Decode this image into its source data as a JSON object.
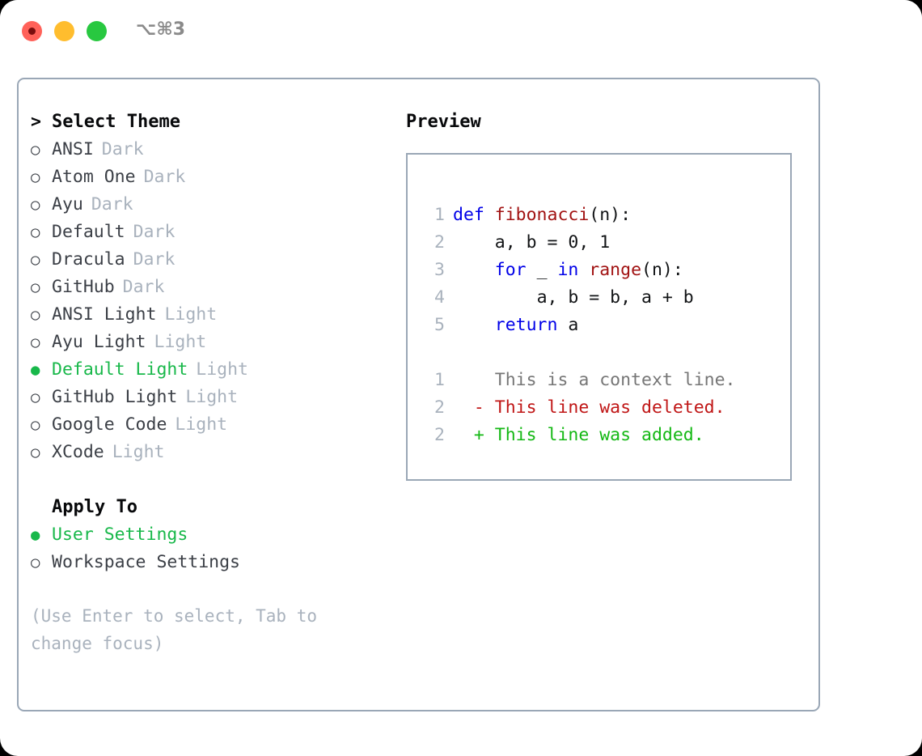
{
  "window": {
    "shortcut": "⌥⌘3",
    "traffic_lights": [
      {
        "name": "close",
        "color": "#ff6159"
      },
      {
        "name": "minimize",
        "color": "#ffbd2e"
      },
      {
        "name": "maximize",
        "color": "#28c840"
      }
    ]
  },
  "theme_picker": {
    "caret": ">",
    "title": "Select Theme",
    "bullet_unselected": "○",
    "bullet_selected": "●",
    "items": [
      {
        "label": "ANSI",
        "tag": "Dark",
        "selected": false
      },
      {
        "label": "Atom One",
        "tag": "Dark",
        "selected": false
      },
      {
        "label": "Ayu",
        "tag": "Dark",
        "selected": false
      },
      {
        "label": "Default",
        "tag": "Dark",
        "selected": false
      },
      {
        "label": "Dracula",
        "tag": "Dark",
        "selected": false
      },
      {
        "label": "GitHub",
        "tag": "Dark",
        "selected": false
      },
      {
        "label": "ANSI Light",
        "tag": "Light",
        "selected": false
      },
      {
        "label": "Ayu Light",
        "tag": "Light",
        "selected": false
      },
      {
        "label": "Default Light",
        "tag": "Light",
        "selected": true
      },
      {
        "label": "GitHub Light",
        "tag": "Light",
        "selected": false
      },
      {
        "label": "Google Code",
        "tag": "Light",
        "selected": false
      },
      {
        "label": "XCode",
        "tag": "Light",
        "selected": false
      }
    ]
  },
  "apply_to": {
    "title": "Apply To",
    "items": [
      {
        "label": "User Settings",
        "selected": true
      },
      {
        "label": "Workspace Settings",
        "selected": false
      }
    ]
  },
  "hint": "(Use Enter to select, Tab to change focus)",
  "preview": {
    "title": "Preview",
    "code_lines": [
      {
        "num": "1",
        "indent": "",
        "tokens": [
          {
            "t": "def ",
            "c": "kw"
          },
          {
            "t": "fibonacci",
            "c": "fn"
          },
          {
            "t": "(n):",
            "c": ""
          }
        ]
      },
      {
        "num": "2",
        "indent": "    ",
        "tokens": [
          {
            "t": "a, b = 0, 1",
            "c": ""
          }
        ]
      },
      {
        "num": "3",
        "indent": "    ",
        "tokens": [
          {
            "t": "for ",
            "c": "kw"
          },
          {
            "t": "_ ",
            "c": ""
          },
          {
            "t": "in ",
            "c": "kw"
          },
          {
            "t": "range",
            "c": "fn"
          },
          {
            "t": "(n):",
            "c": ""
          }
        ]
      },
      {
        "num": "4",
        "indent": "        ",
        "tokens": [
          {
            "t": "a, b = b, a + b",
            "c": ""
          }
        ]
      },
      {
        "num": "5",
        "indent": "    ",
        "tokens": [
          {
            "t": "return ",
            "c": "kw"
          },
          {
            "t": "a",
            "c": ""
          }
        ]
      }
    ],
    "diff_lines": [
      {
        "num": "1",
        "marker": "  ",
        "text": "This is a context line.",
        "kind": "ctx"
      },
      {
        "num": "2",
        "marker": "- ",
        "text": "This line was deleted.",
        "kind": "del"
      },
      {
        "num": "2",
        "marker": "+ ",
        "text": "This line was added.",
        "kind": "add"
      }
    ]
  },
  "colors": {
    "selected_green": "#18b84a",
    "tag_gray": "#a9b2bd",
    "border": "#9aa7b6",
    "keyword_blue": "#0000e8",
    "function_red": "#a11212",
    "diff_deleted": "#c01616",
    "diff_added": "#14b814",
    "diff_context": "#767676"
  }
}
